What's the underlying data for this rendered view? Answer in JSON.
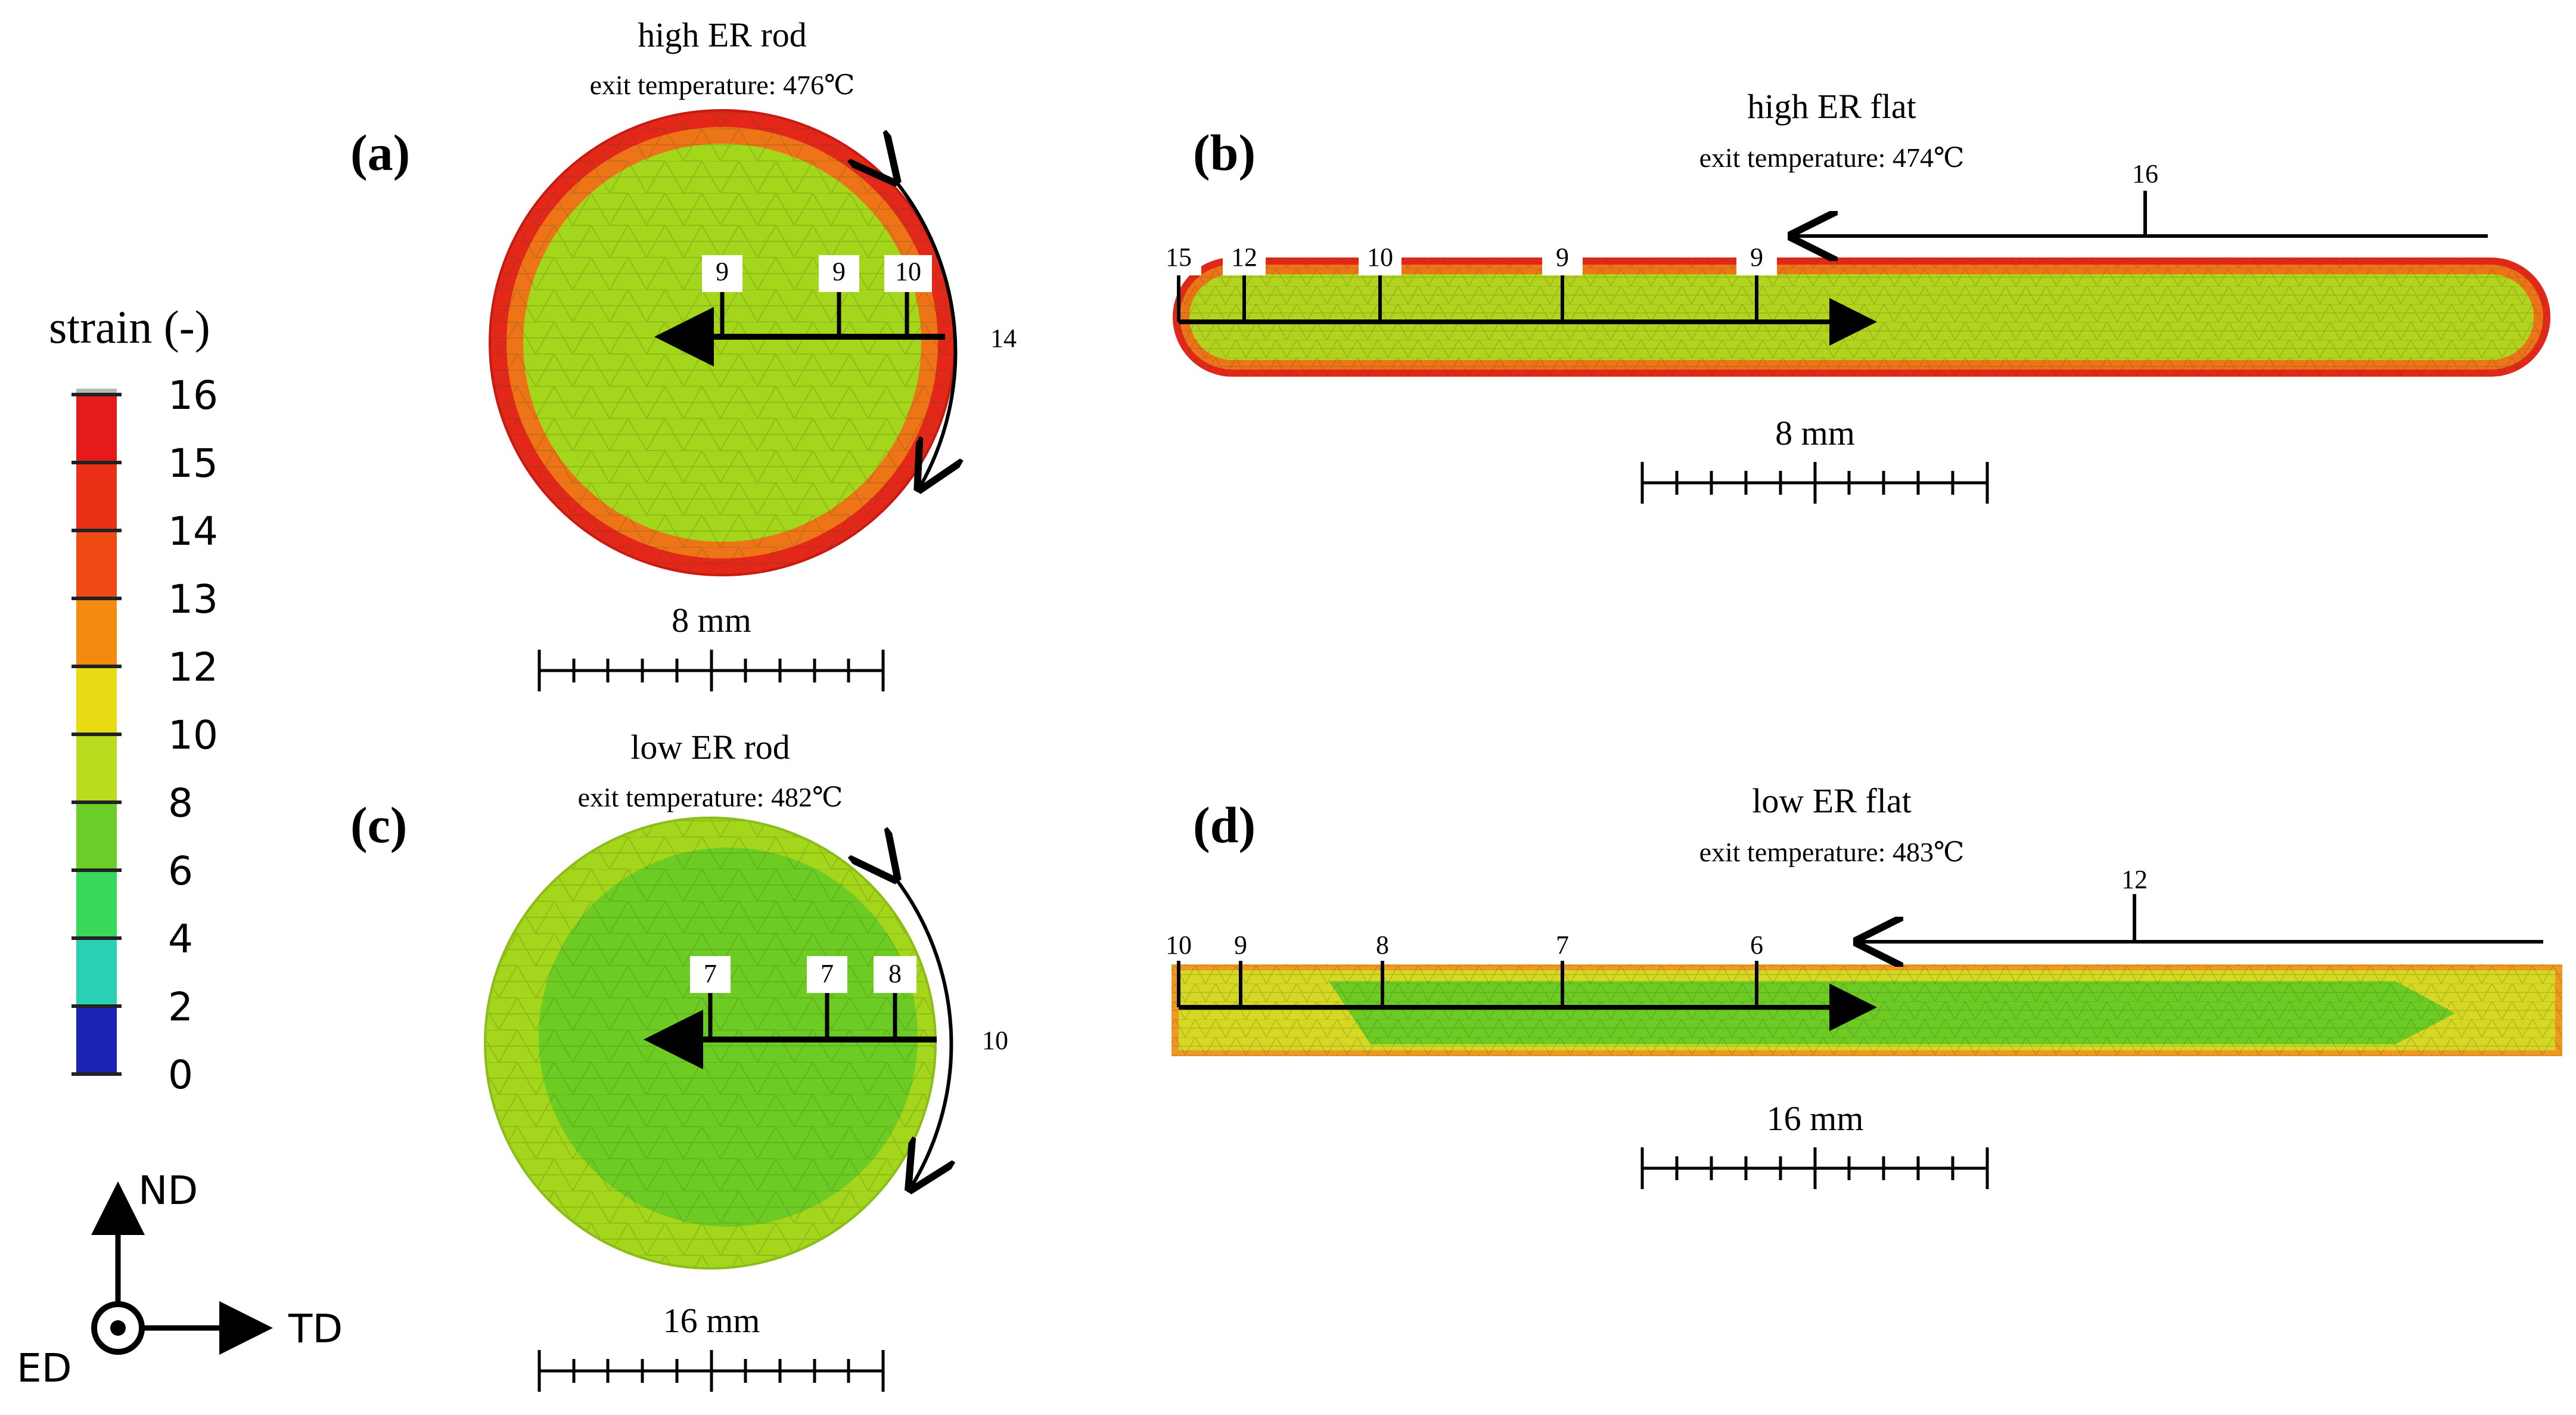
{
  "legend": {
    "title": "strain (-)",
    "ticks": [
      "16",
      "15",
      "14",
      "13",
      "12",
      "10",
      "8",
      "6",
      "4",
      "2",
      "0"
    ],
    "colors": [
      "#e51b1b",
      "#ea3016",
      "#ef4a14",
      "#f58a10",
      "#e7dc14",
      "#b8dc1e",
      "#6ccc28",
      "#38d85a",
      "#2ad0b4",
      "#1f9cc8",
      "#1b22b4"
    ]
  },
  "axes": {
    "nd": "ND",
    "td": "TD",
    "ed": "ED"
  },
  "colors": {
    "rim_red": "#e3281a",
    "rim_orange": "#ee7418",
    "core_yellowgreen": "#a4d61c",
    "core_green": "#6ccc24",
    "edge_yellow": "#d6d824",
    "edge_orange": "#ee9a22"
  },
  "panels": {
    "a": {
      "letter": "(a)",
      "title": "high ER rod",
      "subtitle": "exit temperature: 476℃",
      "labels": [
        "9",
        "9",
        "10"
      ],
      "arc_label": "14",
      "scale_label": "8 mm"
    },
    "b": {
      "letter": "(b)",
      "title": "high ER flat",
      "subtitle": "exit temperature: 474℃",
      "labels": [
        "15",
        "12",
        "10",
        "9",
        "9"
      ],
      "top_label": "16",
      "scale_label": "8 mm"
    },
    "c": {
      "letter": "(c)",
      "title": "low ER rod",
      "subtitle": "exit temperature: 482℃",
      "labels": [
        "7",
        "7",
        "8"
      ],
      "arc_label": "10",
      "scale_label": "16 mm"
    },
    "d": {
      "letter": "(d)",
      "title": "low ER flat",
      "subtitle": "exit temperature: 483℃",
      "labels": [
        "10",
        "9",
        "8",
        "7",
        "6"
      ],
      "top_label": "12",
      "scale_label": "16 mm"
    }
  }
}
